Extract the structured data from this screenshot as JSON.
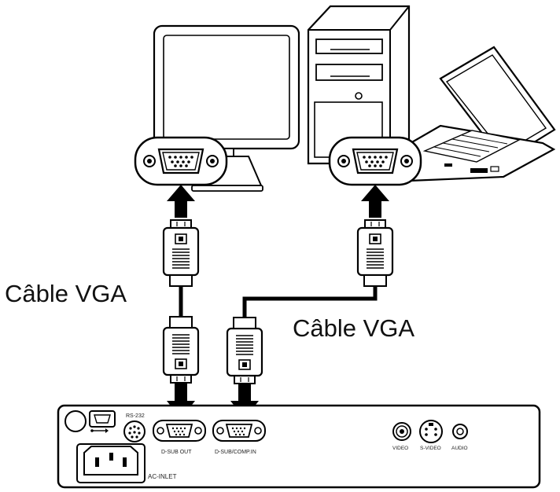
{
  "cables": {
    "left_label": "Câble VGA",
    "right_label": "Câble VGA"
  },
  "projector_panel": {
    "rs232_label": "RS-232",
    "dsub_out_label": "D-SUB OUT",
    "dsub_comp_in_label": "D-SUB/COMP.IN",
    "ac_inlet_label": "AC-INLET",
    "video_label": "VIDEO",
    "svideo_label": "S-VIDEO",
    "audio_label": "AUDIO"
  },
  "icons": [
    "monitor-icon",
    "desktop-tower-icon",
    "laptop-icon",
    "vga-port-icon",
    "vga-plug-icon",
    "arrow-up-icon",
    "arrow-down-icon",
    "usb-icon"
  ]
}
